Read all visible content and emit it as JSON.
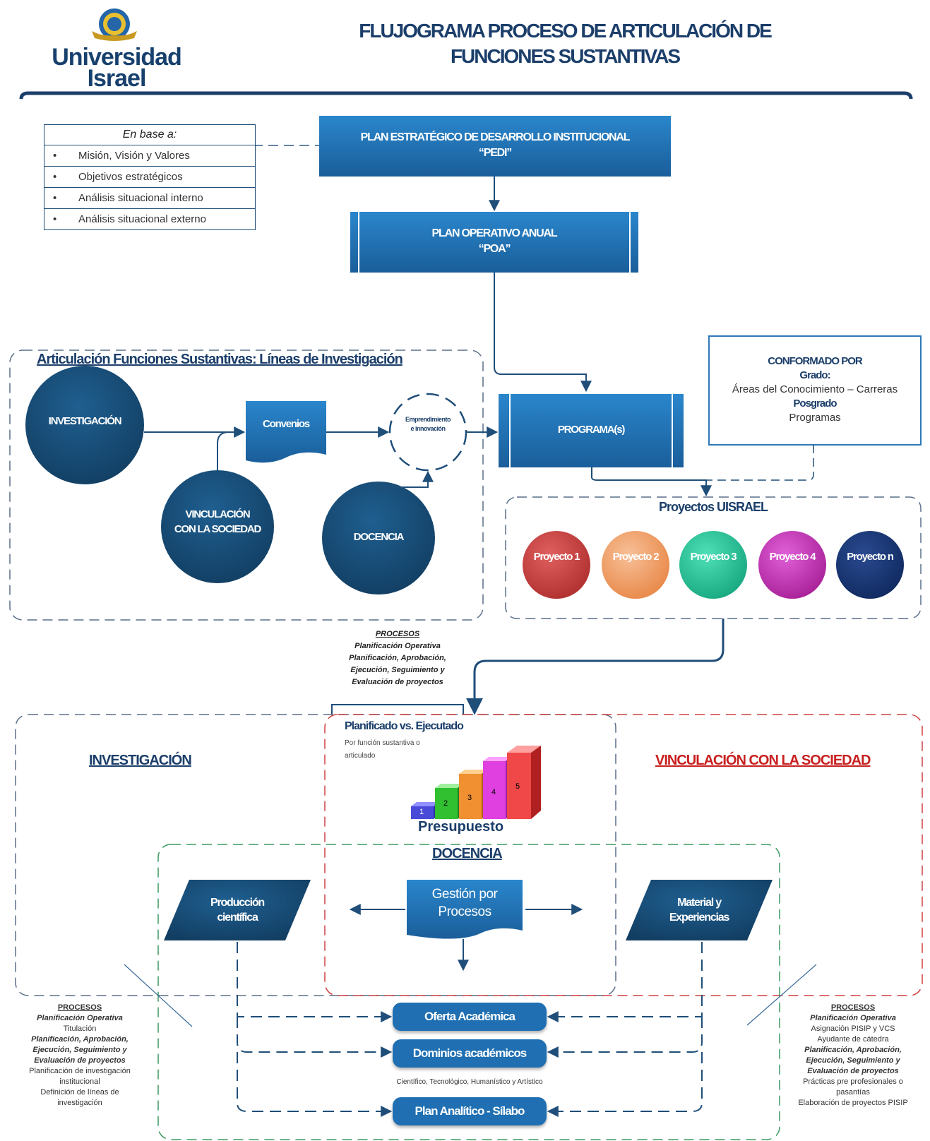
{
  "logo": {
    "line1": "Universidad",
    "line2": "Israel"
  },
  "title": {
    "line1": "FLUJOGRAMA PROCESO DE ARTICULACIÓN DE",
    "line2": "FUNCIONES SUSTANTIVAS"
  },
  "base": {
    "header": "En base a:",
    "items": [
      "Misión, Visión y Valores",
      "Objetivos estratégicos",
      "Análisis situacional interno",
      "Análisis situacional externo"
    ]
  },
  "pedi": {
    "line1": "PLAN ESTRATÉGICO DE DESARROLLO INSTITUCIONAL",
    "line2": "“PEDI”"
  },
  "poa": {
    "line1": "PLAN OPERATIVO ANUAL",
    "line2": "“POA”"
  },
  "articulacion": {
    "title": "Articulación Funciones Sustantivas: Líneas de Investigación",
    "investigacion": "INVESTIGACIÓN",
    "vinculacion_1": "VINCULACIÓN",
    "vinculacion_2": "CON LA SOCIEDAD",
    "docencia": "DOCENCIA",
    "convenios": "Convenios",
    "emprendimiento_1": "Emprendimiento",
    "emprendimiento_2": "e innovación"
  },
  "programa": "PROGRAMA(s)",
  "conformado": {
    "title": "CONFORMADO POR",
    "grado": "Grado:",
    "grado_text": "Áreas del Conocimiento – Carreras",
    "posgrado": "Posgrado",
    "posgrado_text": "Programas"
  },
  "proyectos": {
    "title": "Proyectos UISRAEL",
    "items": [
      "Proyecto 1",
      "Proyecto 2",
      "Proyecto 3",
      "Proyecto 4",
      "Proyecto n"
    ]
  },
  "procesos_center": {
    "title": "PROCESOS",
    "l1": "Planificación Operativa",
    "l2": "Planificación, Aprobación,",
    "l3": "Ejecución, Seguimiento y",
    "l4": "Evaluación de proyectos"
  },
  "investigacion_title": "INVESTIGACIÓN",
  "vinculacion_title": "VINCULACIÓN CON LA SOCIEDAD",
  "planificado": {
    "title": "Planificado vs. Ejecutado",
    "sub1": "Por función sustantiva o",
    "sub2": "articulado",
    "steps": [
      "1",
      "2",
      "3",
      "4",
      "5"
    ],
    "presupuesto": "Presupuesto"
  },
  "docencia_title": "DOCENCIA",
  "produccion": {
    "line1": "Producción",
    "line2": "científica"
  },
  "material": {
    "line1": "Material y",
    "line2": "Experiencias"
  },
  "gestion": {
    "line1": "Gestión por",
    "line2": "Procesos"
  },
  "oferta": "Oferta Académica",
  "dominios": "Dominios académicos",
  "dominios_sub": "Científico, Tecnológico, Humanístico y Artístico",
  "plan_analitico": "Plan Analítico - Sílabo",
  "procesos_left": {
    "title": "PROCESOS",
    "l1": "Planificación Operativa",
    "l2": "Titulación",
    "l3": "Planificación, Aprobación,",
    "l4": "Ejecución, Seguimiento y",
    "l5": "Evaluación de proyectos",
    "l6": "Planificación de investigación",
    "l7": "institucional",
    "l8": "Definición de líneas de",
    "l9": "investigación"
  },
  "procesos_right": {
    "title": "PROCESOS",
    "l1": "Planificación Operativa",
    "l2": "Asignación PISIP y VCS",
    "l3": "Ayudante de cátedra",
    "l4": "Planificación, Aprobación,",
    "l5": "Ejecución, Seguimiento y",
    "l6": "Evaluación de proyectos",
    "l7": "Prácticas pre profesionales o",
    "l8": "pasantías",
    "l9": "Elaboración de proyectos PISIP"
  },
  "colors": {
    "navy": "#1b3e6a",
    "blue": "#1f6fb2",
    "dark_circle": "#174a74",
    "proj1": "#c84040",
    "proj2": "#f0a070",
    "proj3": "#2ec8a0",
    "proj4": "#c83cc0",
    "projn": "#1a3a78"
  }
}
